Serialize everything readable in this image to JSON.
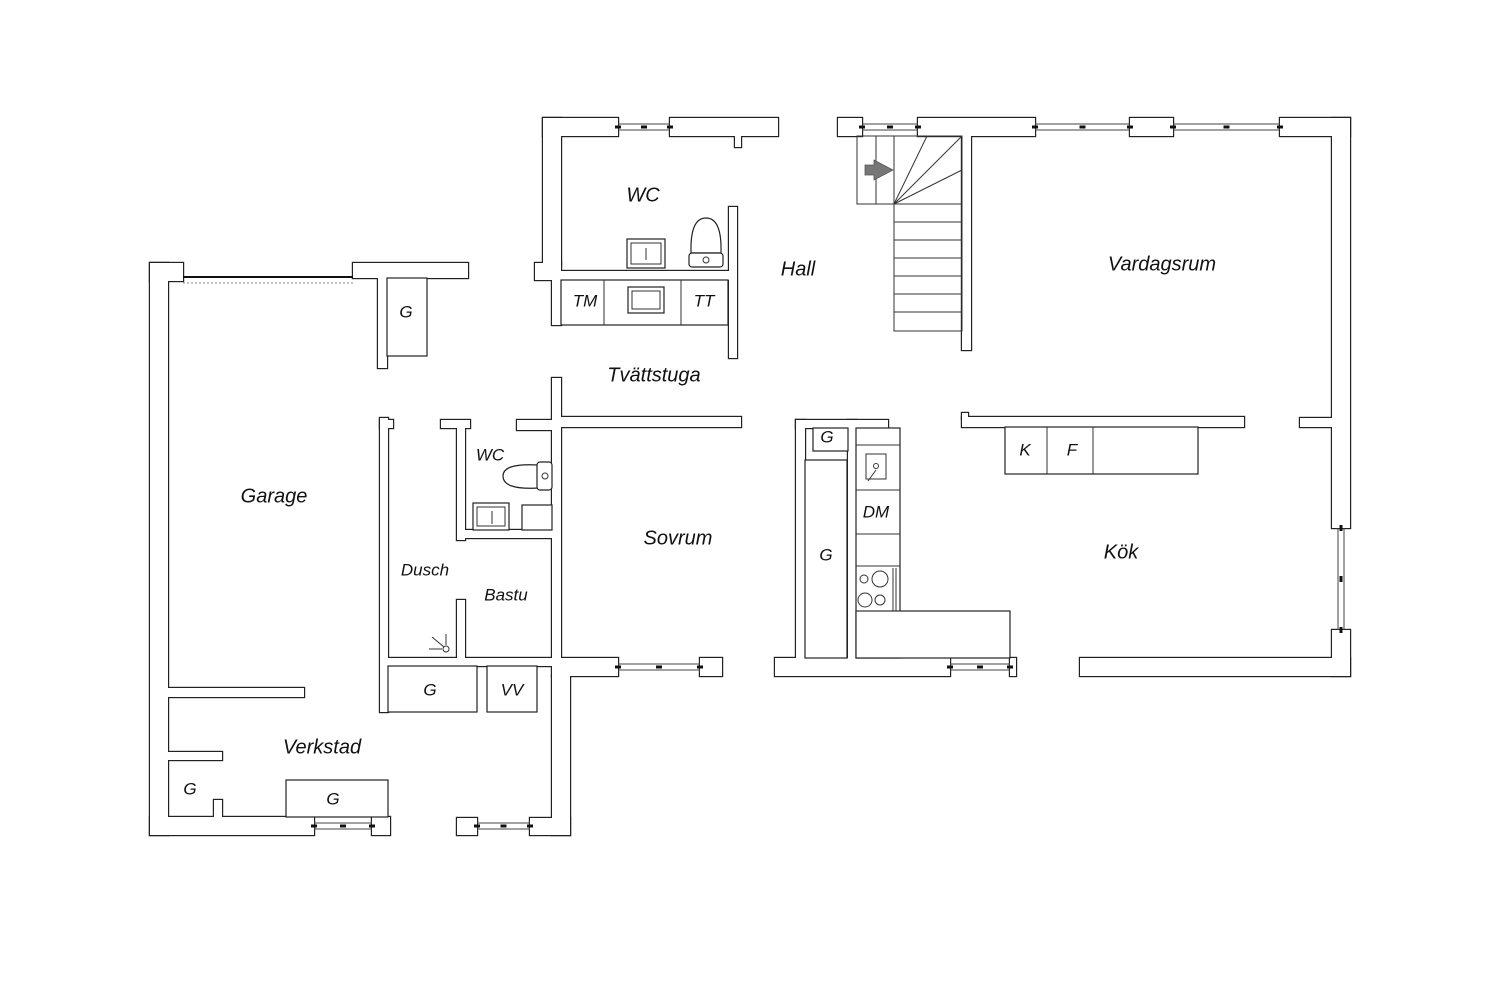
{
  "plan": {
    "rooms": {
      "wc_upper": "WC",
      "hall": "Hall",
      "vardagsrum": "Vardagsrum",
      "tvattstuga": "Tvättstuga",
      "garage": "Garage",
      "wc_lower": "WC",
      "sovrum": "Sovrum",
      "dusch": "Dusch",
      "bastu": "Bastu",
      "verkstad": "Verkstad",
      "kok": "Kök"
    },
    "fixtures": {
      "tm": "TM",
      "tt": "TT",
      "g_garage": "G",
      "g_bastu": "G",
      "vv": "VV",
      "g_verkstad_left": "G",
      "g_verkstad_right": "G",
      "g_kok_small": "G",
      "g_kok_tall": "G",
      "dm": "DM",
      "k": "K",
      "f": "F"
    },
    "colors": {
      "wall_stroke": "#222222",
      "arrow": "#777777"
    }
  }
}
